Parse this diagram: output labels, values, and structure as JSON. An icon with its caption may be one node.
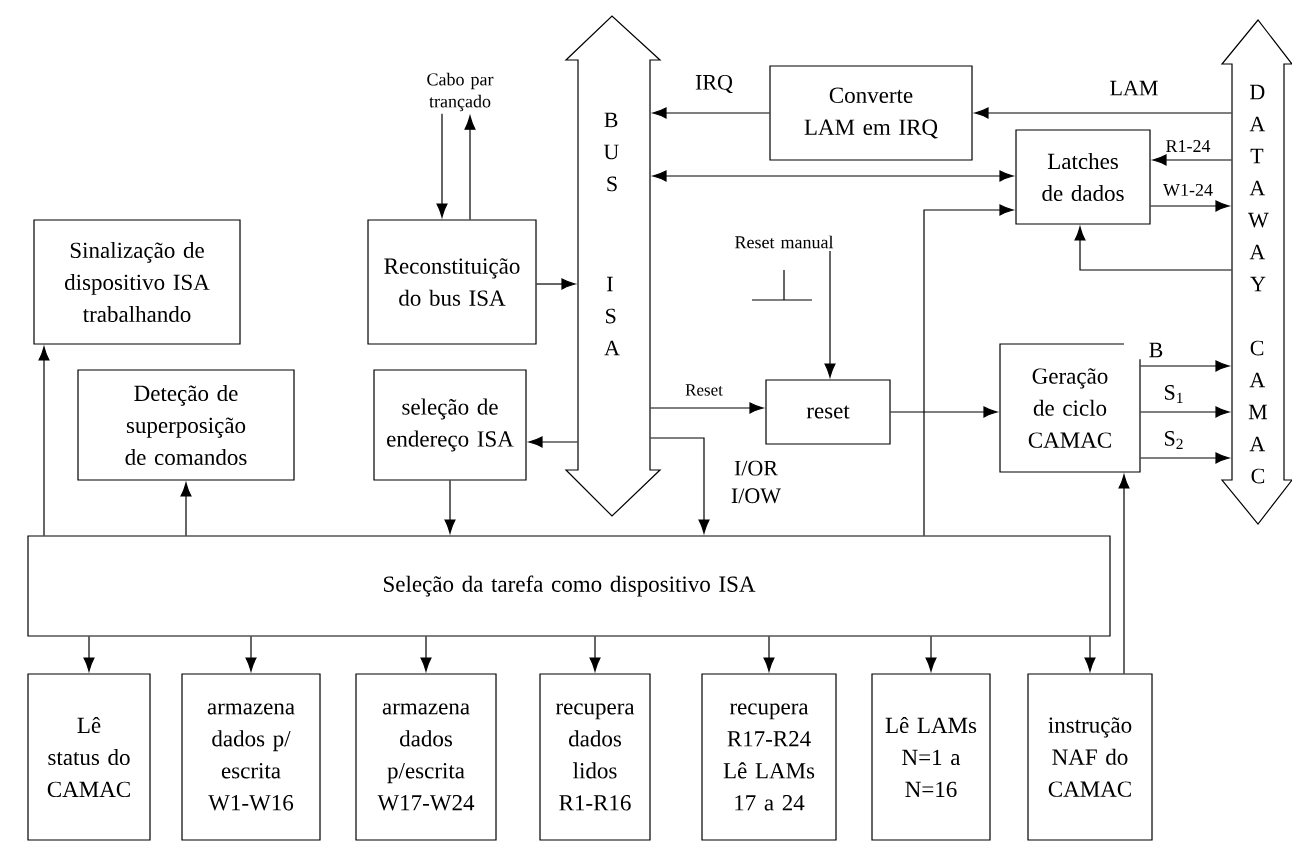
{
  "diagram": {
    "nodes": [
      {
        "text": [
          "BUS",
          "ISA"
        ]
      },
      {
        "text": [
          "Cabo par trançado"
        ]
      },
      {
        "text": [
          "Converte LAM em IRQ"
        ]
      },
      {
        "text": [
          "DATAWAY",
          "CAMAC"
        ]
      },
      {
        "text": [
          "Sinalização de dispositivo ISA trabalhando"
        ]
      },
      {
        "text": [
          "Reconstituição do bus ISA"
        ]
      },
      {
        "text": [
          "Latches de dados"
        ]
      },
      {
        "text": [
          "Reset manual"
        ]
      },
      {
        "text": [
          "Deteção de superposição de comandos"
        ]
      },
      {
        "text": [
          "seleção de endereço ISA"
        ]
      },
      {
        "text": [
          "reset"
        ]
      },
      {
        "text": [
          "Geração de ciclo CAMAC"
        ]
      },
      {
        "text": [
          "Seleção da tarefa como dispositivo ISA"
        ]
      },
      {
        "text": [
          "Lê status do CAMAC"
        ]
      },
      {
        "text": [
          "armazena dados p/ escrita W1-W16"
        ]
      },
      {
        "text": [
          "armazena dados p/escrita W17-W24"
        ]
      },
      {
        "text": [
          "recupera dados lidos R1-R16"
        ]
      },
      {
        "text": [
          "recupera R17-R24 Lê LAMs 17 a 24"
        ]
      },
      {
        "text": [
          "Lê LAMs N=1 a N=16"
        ]
      },
      {
        "text": [
          "instrução NAF do CAMAC"
        ]
      }
    ],
    "edges": [
      {
        "from": 2,
        "to": 0,
        "arrow": "to",
        "label": "IRQ"
      },
      {
        "from": 3,
        "to": 2,
        "arrow": "to",
        "label": "LAM"
      },
      {
        "from": 0,
        "to": 6,
        "arrow": "both"
      },
      {
        "from": 3,
        "to": 6,
        "arrow": "to",
        "label": "R1-24"
      },
      {
        "from": 6,
        "to": 3,
        "arrow": "to",
        "label": "W1-24"
      },
      {
        "from": 3,
        "to": 6,
        "arrow": "to"
      },
      {
        "from": 12,
        "to": 6,
        "arrow": "to"
      },
      {
        "from": 1,
        "to": 5,
        "arrow": "to"
      },
      {
        "from": 5,
        "to": 1,
        "arrow": "to"
      },
      {
        "from": 5,
        "to": 0,
        "arrow": "to"
      },
      {
        "from": 0,
        "to": 9,
        "arrow": "to"
      },
      {
        "from": 0,
        "to": 10,
        "arrow": "to",
        "label": "Reset"
      },
      {
        "from": 7,
        "to": 10,
        "arrow": "to"
      },
      {
        "from": 10,
        "to": 11,
        "arrow": "to"
      },
      {
        "from": 11,
        "to": 3,
        "arrow": "to",
        "label": "B"
      },
      {
        "from": 11,
        "to": 3,
        "arrow": "to",
        "label": "S$_{1}$"
      },
      {
        "from": 11,
        "to": 3,
        "arrow": "to",
        "label": "S$_{2}$"
      },
      {
        "from": 0,
        "to": 12,
        "arrow": "to",
        "label": "I/OR I/OW"
      },
      {
        "from": 19,
        "to": 11,
        "arrow": "to"
      },
      {
        "from": 12,
        "to": 4,
        "arrow": "to"
      },
      {
        "from": 12,
        "to": 8,
        "arrow": "to"
      },
      {
        "from": 9,
        "to": 12,
        "arrow": "to"
      },
      {
        "from": 12,
        "to": 13,
        "arrow": "to"
      },
      {
        "from": 12,
        "to": 14,
        "arrow": "to"
      },
      {
        "from": 12,
        "to": 15,
        "arrow": "to"
      },
      {
        "from": 12,
        "to": 16,
        "arrow": "to"
      },
      {
        "from": 12,
        "to": 17,
        "arrow": "to"
      },
      {
        "from": 12,
        "to": 18,
        "arrow": "to"
      },
      {
        "from": 12,
        "to": 19,
        "arrow": "to"
      }
    ]
  }
}
